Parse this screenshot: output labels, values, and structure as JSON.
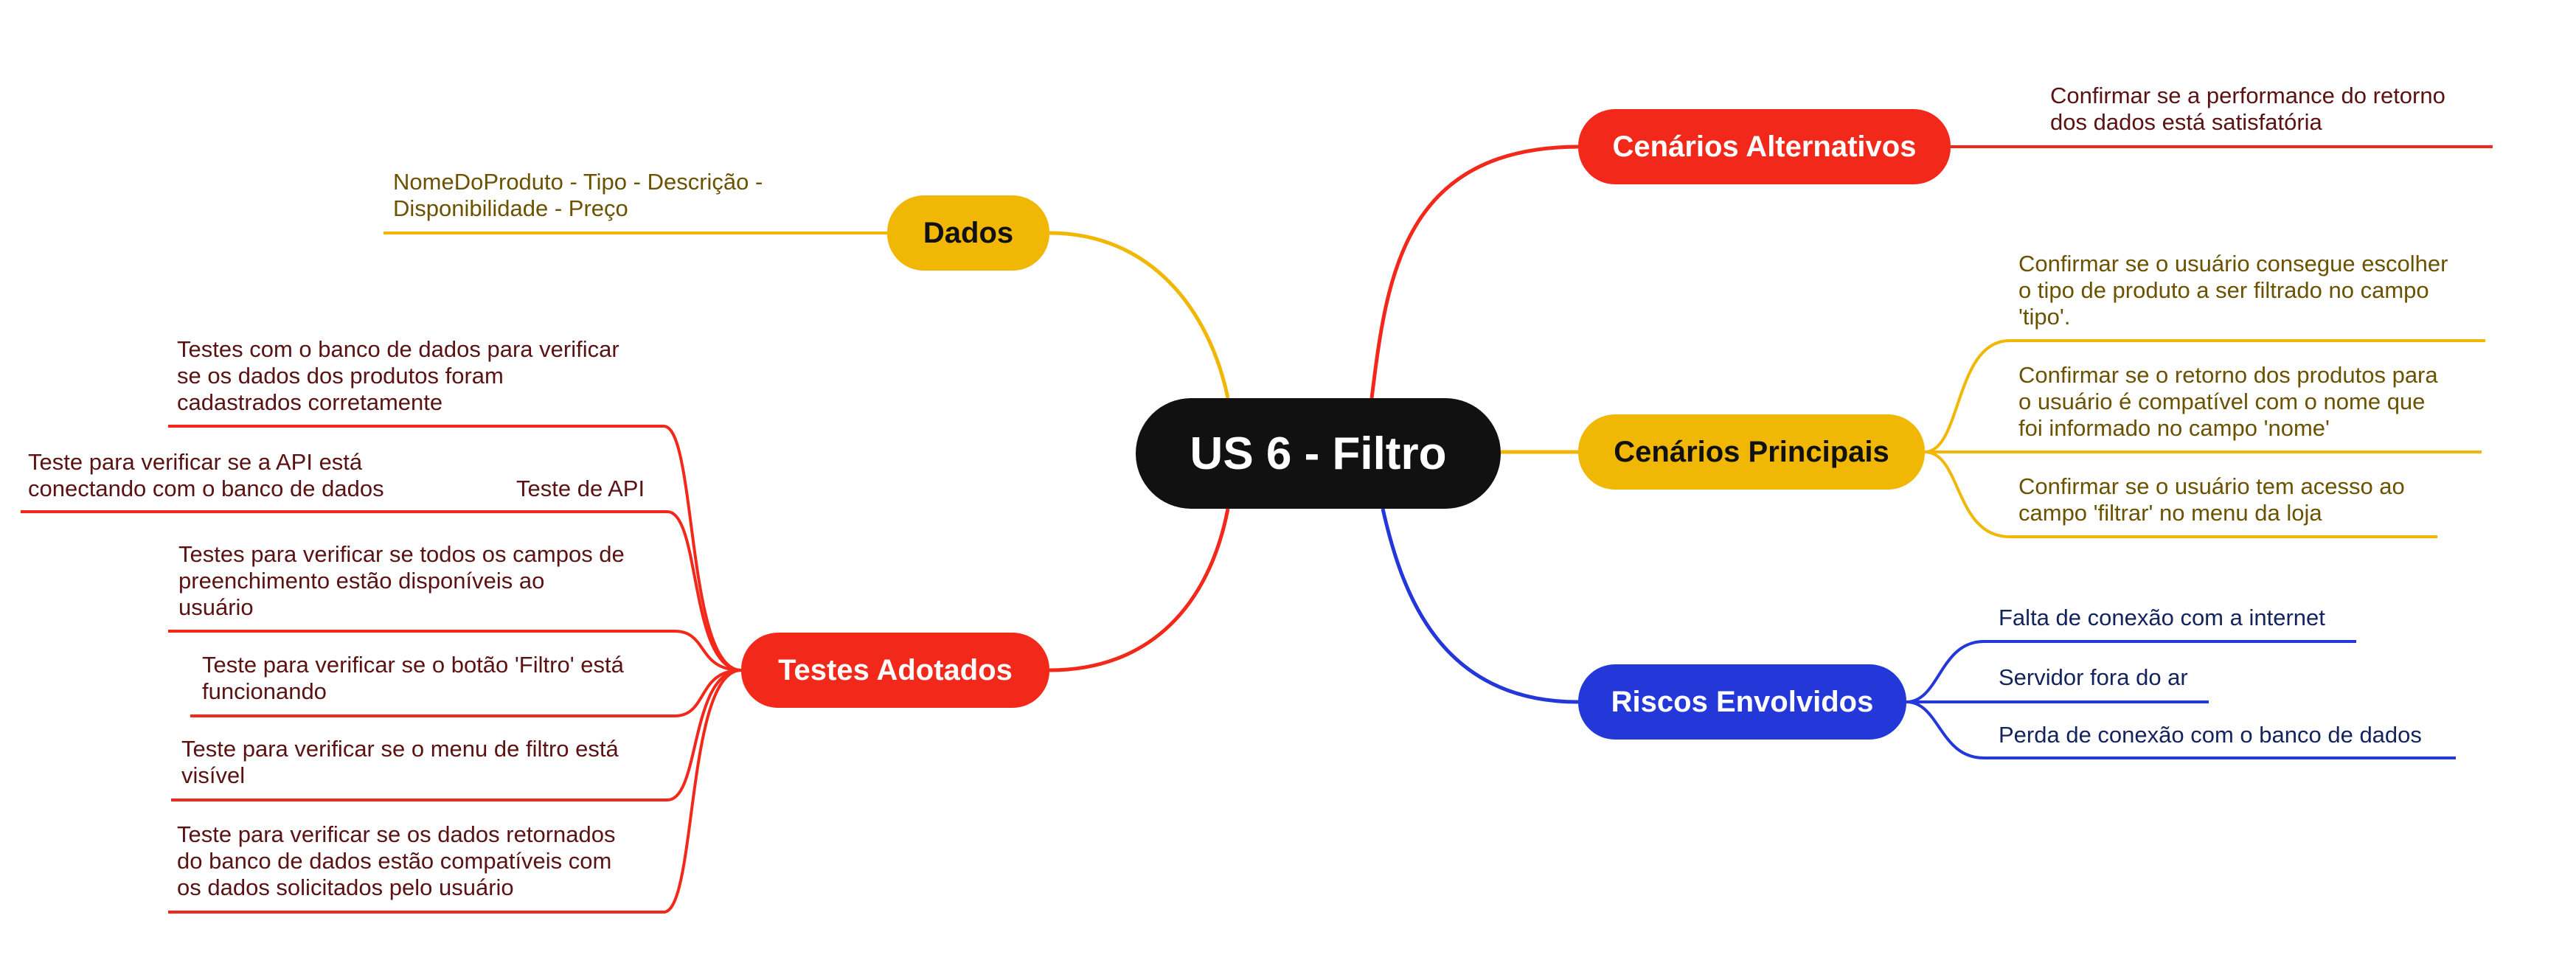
{
  "central": {
    "label": "US 6 - Filtro"
  },
  "colors": {
    "red": "#f2281b",
    "yellow": "#f0b705",
    "blue": "#2438d9",
    "central": "#111111"
  },
  "branches": {
    "alternativos": {
      "label": "Cenários Alternativos",
      "items": [
        "Confirmar se a performance do retorno\ndos dados está satisfatória"
      ]
    },
    "principais": {
      "label": "Cenários Principais",
      "items": [
        "Confirmar se o usuário consegue escolher\no tipo de produto a ser filtrado no campo\n'tipo'.",
        "Confirmar se o retorno dos produtos para\no usuário é compatível com o nome que\nfoi informado no campo 'nome'",
        "Confirmar se o usuário tem acesso ao\ncampo 'filtrar' no menu da loja"
      ]
    },
    "riscos": {
      "label": "Riscos Envolvidos",
      "items": [
        "Falta de conexão com a internet",
        "Servidor fora do ar",
        "Perda de conexão com o banco de dados"
      ]
    },
    "dados": {
      "label": "Dados",
      "items": [
        "NomeDoProduto - Tipo - Descrição -\nDisponibilidade - Preço"
      ]
    },
    "testes": {
      "label": "Testes Adotados",
      "items": [
        "Testes com o banco de dados para verificar\nse os dados dos produtos foram\ncadastrados corretamente",
        "Teste de API",
        "Testes para verificar se todos os campos de\npreenchimento estão disponíveis ao\nusuário",
        "Teste para verificar se o botão 'Filtro' está\nfuncionando",
        "Teste para verificar se o menu de filtro está\nvisível",
        "Teste para verificar se os dados retornados\ndo banco de dados estão compatíveis com\nos dados solicitados pelo usuário"
      ],
      "sub": {
        "api": {
          "items": [
            "Teste para verificar se a API está\nconectando com o banco de dados"
          ]
        }
      }
    }
  }
}
